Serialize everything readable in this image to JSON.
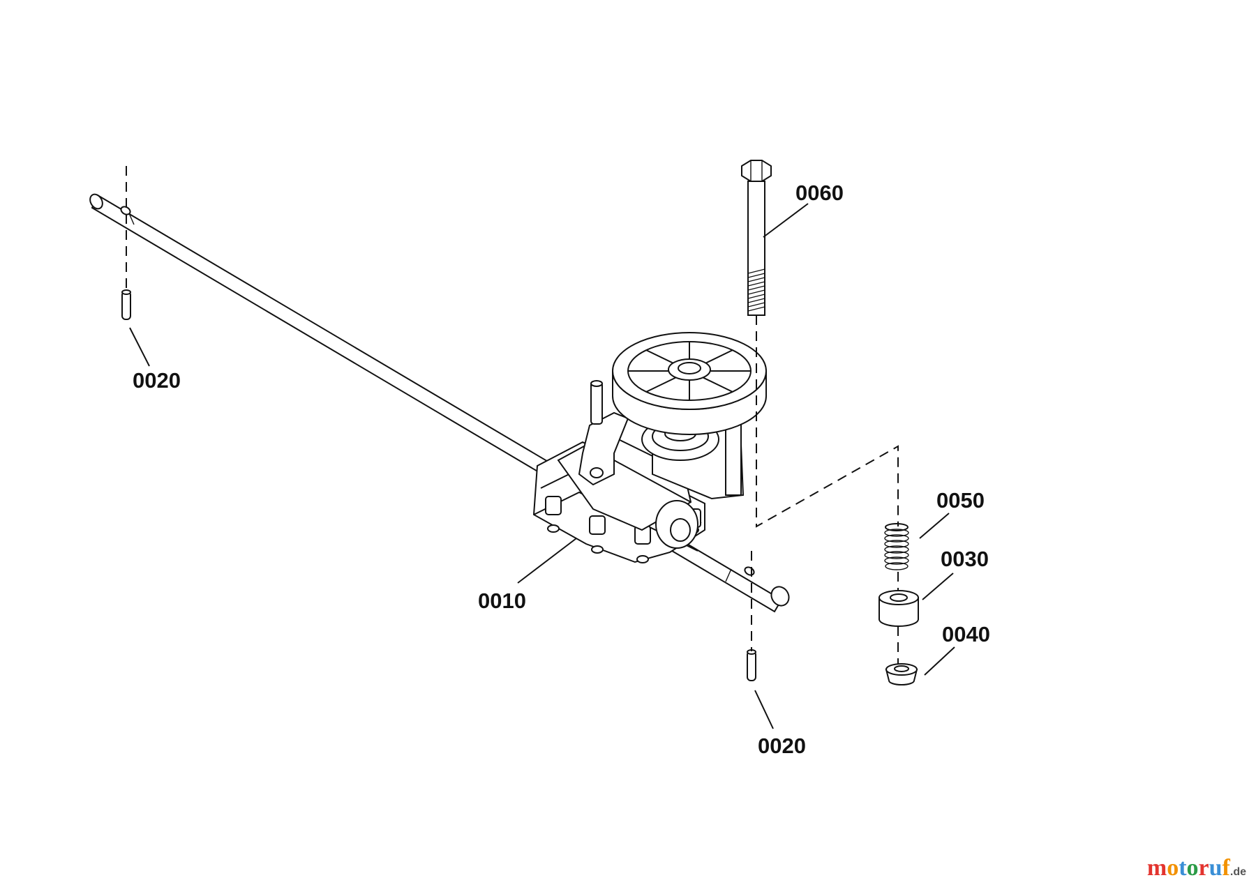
{
  "labels": {
    "gearbox": "0010",
    "pin_left": "0020",
    "pin_right": "0020",
    "spacer": "0030",
    "nut": "0040",
    "spring": "0050",
    "bolt": "0060"
  },
  "watermark": {
    "text_main": "motoruf",
    "text_suffix": ".de",
    "colors": [
      "#e3342f",
      "#f29100",
      "#3a8fd6",
      "#2c9b47",
      "#e3342f",
      "#3a8fd6",
      "#f29100"
    ]
  }
}
